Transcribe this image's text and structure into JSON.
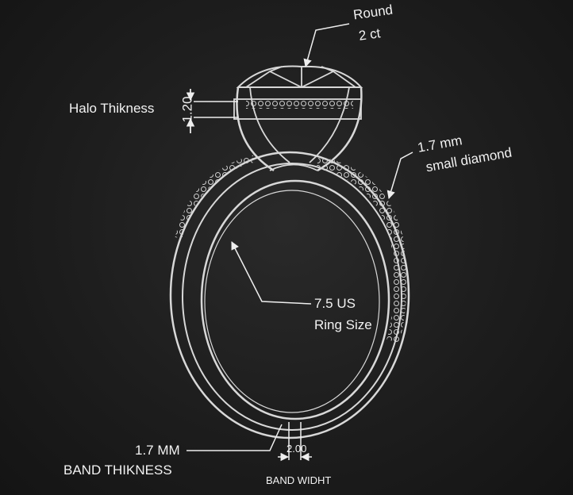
{
  "labels": {
    "stone_shape": "Round",
    "stone_weight": "2 ct",
    "halo_label": "Halo Thikness",
    "halo_value": "1.20",
    "small_diamond_size": "1.7 mm",
    "small_diamond_label": "small diamond",
    "ring_size_value": "7.5 US",
    "ring_size_label": "Ring Size",
    "band_thickness_value": "1.7 MM",
    "band_thickness_label": "BAND THIKNESS",
    "band_width_value": "2.00",
    "band_width_label": "BAND WIDHT"
  },
  "colors": {
    "chalk": "#e8e8e8",
    "board": "#1c1c1c"
  }
}
